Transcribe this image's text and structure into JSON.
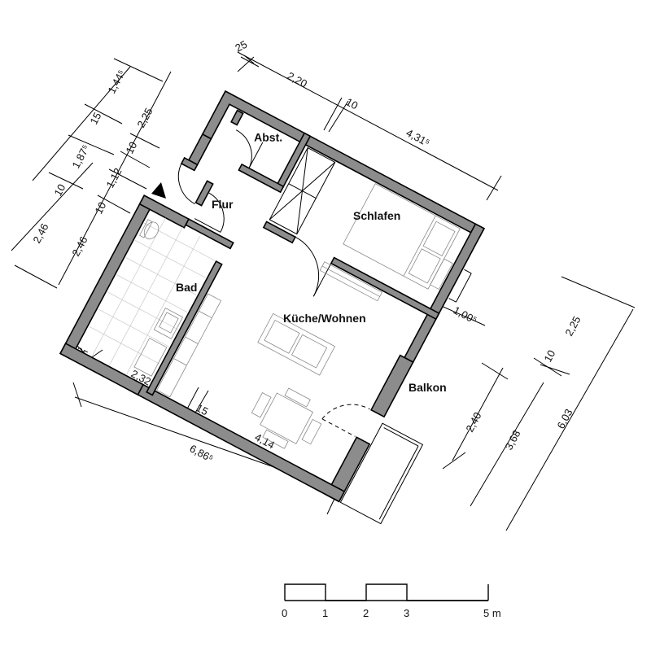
{
  "rooms": {
    "abst": "Abst.",
    "flur": "Flur",
    "schlafen": "Schlafen",
    "bad": "Bad",
    "kueche": "Küche/Wohnen",
    "balkon": "Balkon"
  },
  "dimensions": {
    "top": {
      "d1": "25",
      "d2": "2,20",
      "d3": "10",
      "d4": "4,31⁵"
    },
    "left_outer": {
      "d1": "2,46",
      "d2": "10",
      "d3": "1,87⁵",
      "d4": "15",
      "d5": "1,44⁵"
    },
    "left_inner": {
      "d1": "2,46",
      "d2": "10",
      "d3": "1,12",
      "d4": "10",
      "d5": "2,25"
    },
    "bottom": {
      "d1": "25",
      "d2": "2,32⁵",
      "d3": "15",
      "d4": "4,14",
      "d5": "6,86⁵"
    },
    "right": {
      "d1": "1,00⁵",
      "d2": "2,40",
      "d3": "3,68",
      "d4": "6,03",
      "d5": "10",
      "d6": "2,25"
    }
  },
  "scale_bar": {
    "labels": [
      "0",
      "1",
      "2",
      "3",
      "5 m"
    ]
  }
}
